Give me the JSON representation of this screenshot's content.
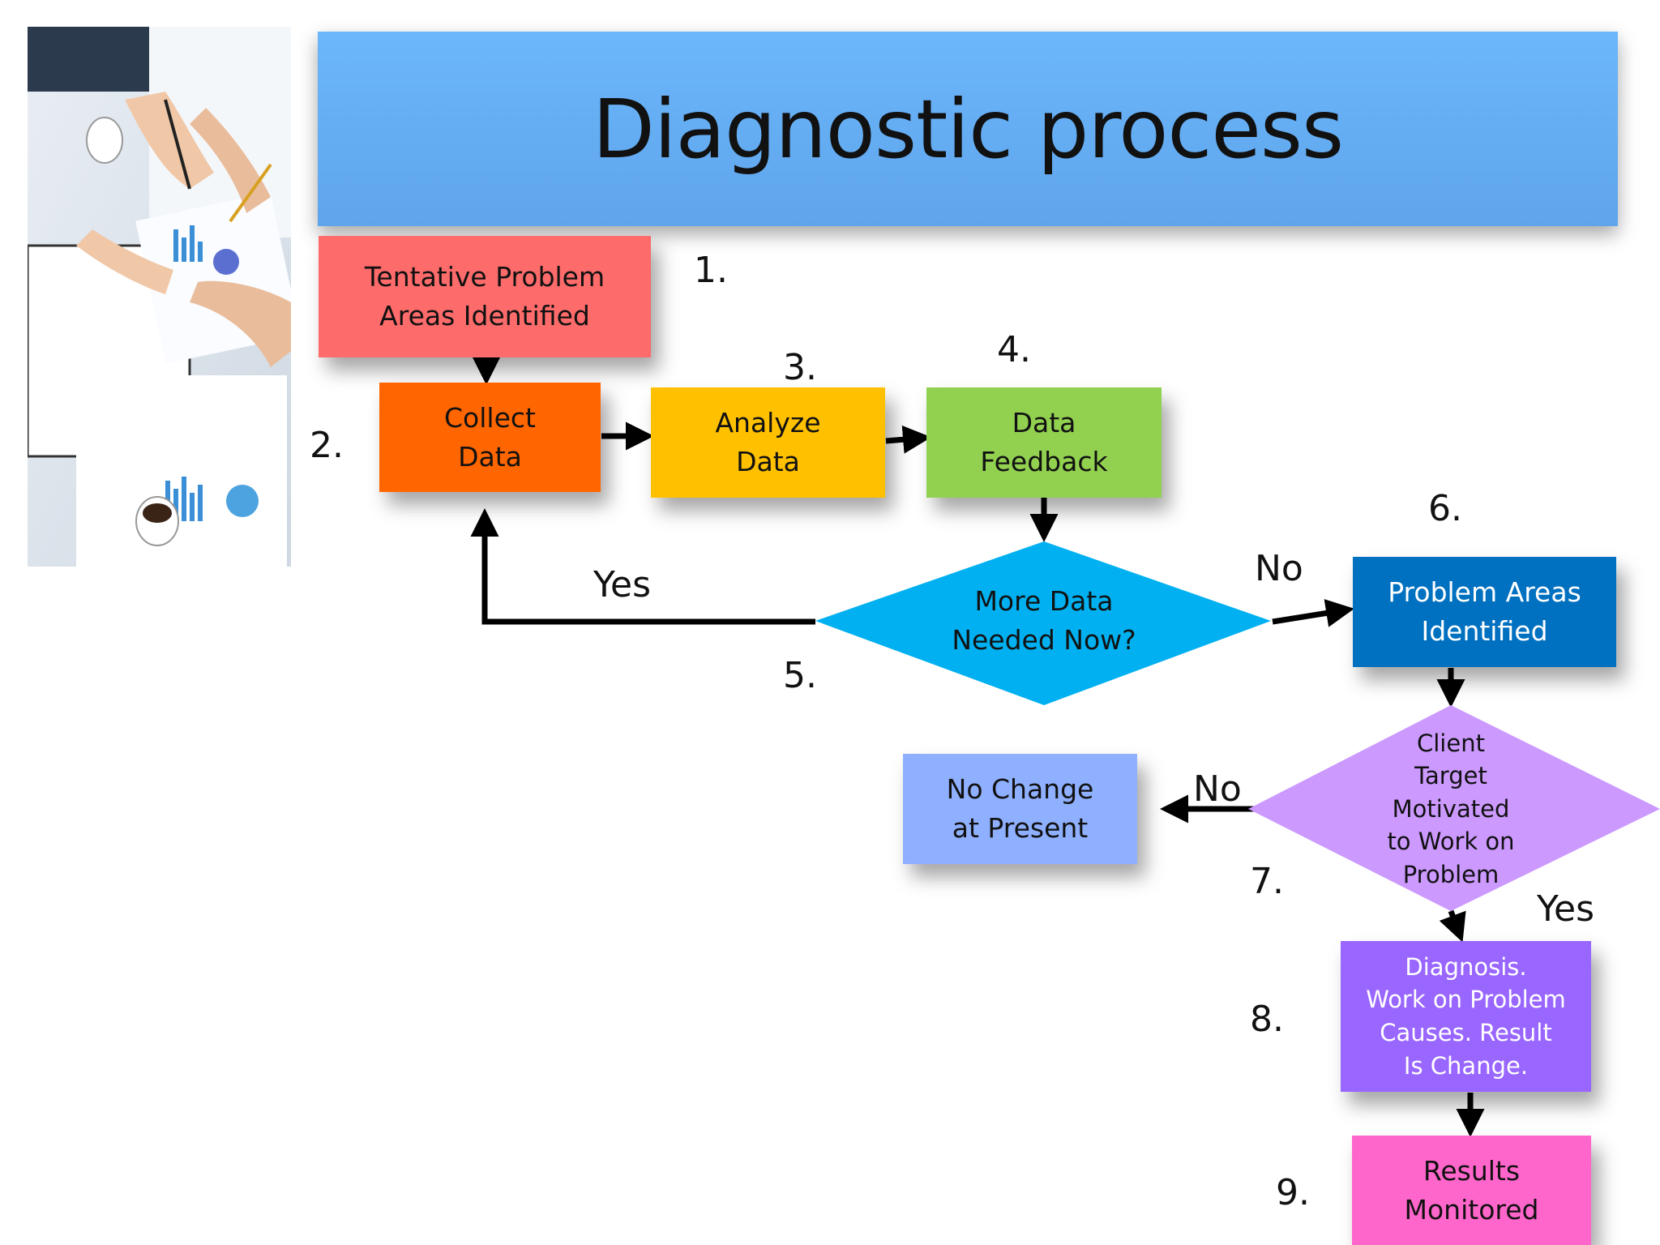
{
  "title": "Diagnostic process",
  "colors": {
    "title_bar": "#63aaf2",
    "step1": "#fd6b6b",
    "step2": "#ff6600",
    "step3": "#ffc000",
    "step4": "#92d050",
    "decision5": "#00b0f0",
    "step6": "#0070c0",
    "decision7": "#cc99ff",
    "no_change": "#8fb0ff",
    "step8": "#9966ff",
    "step9": "#ff66cc"
  },
  "nodes": {
    "tentative": "Tentative Problem\nAreas Identified",
    "collect": "Collect\nData",
    "analyze": "Analyze\nData",
    "feedback": "Data\nFeedback",
    "more_data": "More Data\nNeeded Now?",
    "problem_areas": "Problem Areas\nIdentified",
    "client_target": "Client\nTarget\nMotivated\nto Work on\nProblem",
    "no_change": "No Change\nat Present",
    "diagnosis": "Diagnosis.\nWork on Problem\nCauses. Result\nIs Change.",
    "results": "Results\nMonitored"
  },
  "step_numbers": {
    "n1": "1.",
    "n2": "2.",
    "n3": "3.",
    "n4": "4.",
    "n5": "5.",
    "n6": "6.",
    "n7": "7.",
    "n8": "8.",
    "n9": "9."
  },
  "branch_labels": {
    "yes_more_data": "Yes",
    "no_more_data": "No",
    "no_client": "No",
    "yes_client": "Yes"
  },
  "icons": {
    "photo": "business-meeting-photo"
  }
}
